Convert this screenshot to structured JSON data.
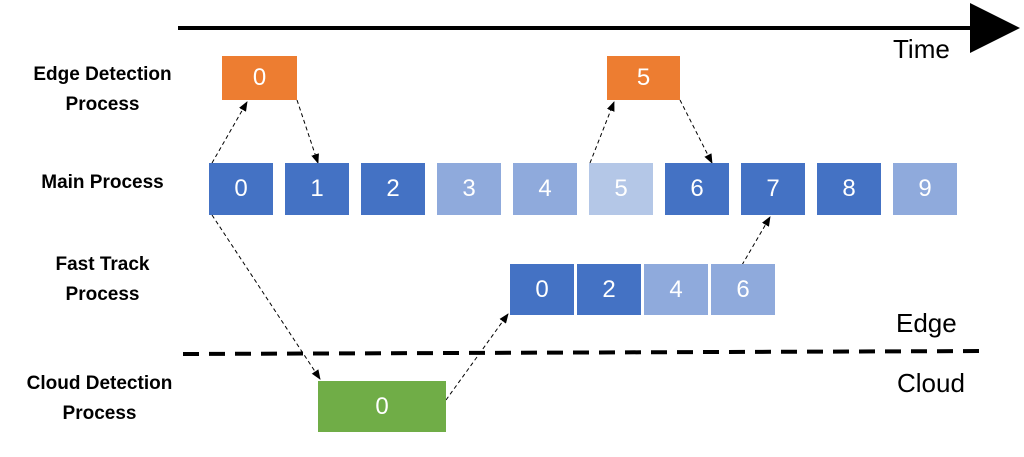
{
  "time_label": "Time",
  "zone_labels": {
    "edge": "Edge",
    "cloud": "Cloud"
  },
  "colors": {
    "orange": "#ED7D31",
    "blue_dark": "#4472C4",
    "blue_mid": "#8FAADC",
    "blue_light": "#B4C7E7",
    "green": "#70AD47"
  },
  "rows": {
    "edge_detection": {
      "label": "Edge Detection\nProcess",
      "frames": [
        {
          "text": "0",
          "color": "orange"
        },
        {
          "text": "5",
          "color": "orange"
        }
      ]
    },
    "main": {
      "label": "Main Process",
      "frames": [
        {
          "text": "0",
          "color": "blue_dark"
        },
        {
          "text": "1",
          "color": "blue_dark"
        },
        {
          "text": "2",
          "color": "blue_dark"
        },
        {
          "text": "3",
          "color": "blue_mid"
        },
        {
          "text": "4",
          "color": "blue_mid"
        },
        {
          "text": "5",
          "color": "blue_light"
        },
        {
          "text": "6",
          "color": "blue_dark"
        },
        {
          "text": "7",
          "color": "blue_dark"
        },
        {
          "text": "8",
          "color": "blue_dark"
        },
        {
          "text": "9",
          "color": "blue_mid"
        }
      ]
    },
    "fast_track": {
      "label": "Fast Track\nProcess",
      "frames": [
        {
          "text": "0",
          "color": "blue_dark"
        },
        {
          "text": "2",
          "color": "blue_dark"
        },
        {
          "text": "4",
          "color": "blue_mid"
        },
        {
          "text": "6",
          "color": "blue_mid"
        }
      ]
    },
    "cloud_detection": {
      "label": "Cloud Detection\nProcess",
      "frames": [
        {
          "text": "0",
          "color": "green"
        }
      ]
    }
  }
}
